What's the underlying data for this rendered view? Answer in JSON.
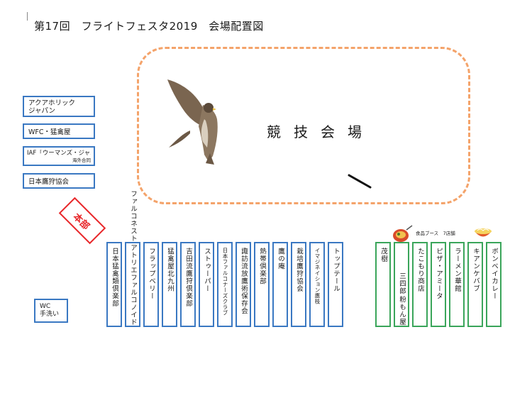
{
  "title": "第17回　フライトフェスタ2019　会場配置図",
  "arena": {
    "label": "競技会場"
  },
  "left_boxes": [
    {
      "line1": "アクアホリック",
      "line2": "ジャパン"
    },
    {
      "line1": "WFC・猛禽屋",
      "line2": ""
    },
    {
      "line1": "IAF「ウーマンズ・ジャパン」",
      "line2": "海外合同"
    },
    {
      "line1": "日本鷹狩協会",
      "line2": ""
    }
  ],
  "honbu": "本部",
  "wc": {
    "line1": "WC",
    "line2": "手洗い"
  },
  "blue_booths": [
    {
      "text": "日本猛禽類倶楽部"
    },
    {
      "text": "アトリエファルコノイド",
      "text2": "ファルコネスト"
    },
    {
      "text": "フラップベリー"
    },
    {
      "text": "猛禽屋北九州"
    },
    {
      "text": "吉田流鷹狩倶楽部"
    },
    {
      "text": "ストゥーパー"
    },
    {
      "text": "日本ファルコナーズクラブ",
      "small": true
    },
    {
      "text": "諏訪流放鷹術保存会"
    },
    {
      "text": "熱帯倶楽部"
    },
    {
      "text": "鷹の庵"
    },
    {
      "text": "栽培鷹狩協会"
    },
    {
      "text": "イマジネイション鷹枝",
      "small": true
    },
    {
      "text": "トップテール"
    }
  ],
  "food": {
    "label": "食品ブース　7店舗"
  },
  "green_booths": [
    {
      "text": "茂樹"
    },
    {
      "text": "粉もん屋",
      "text2": "三四郎"
    },
    {
      "text": "たこもり商店"
    },
    {
      "text": "ピザ・アミータ"
    },
    {
      "text": "ラーメン華館"
    },
    {
      "text": "キアンケバブ"
    },
    {
      "text": "ボンベイカレー"
    }
  ],
  "colors": {
    "vendor_border": "#3a78c2",
    "food_border": "#3aa55a",
    "honbu_border": "#e8272a",
    "arena_border": "#f4a36a"
  }
}
